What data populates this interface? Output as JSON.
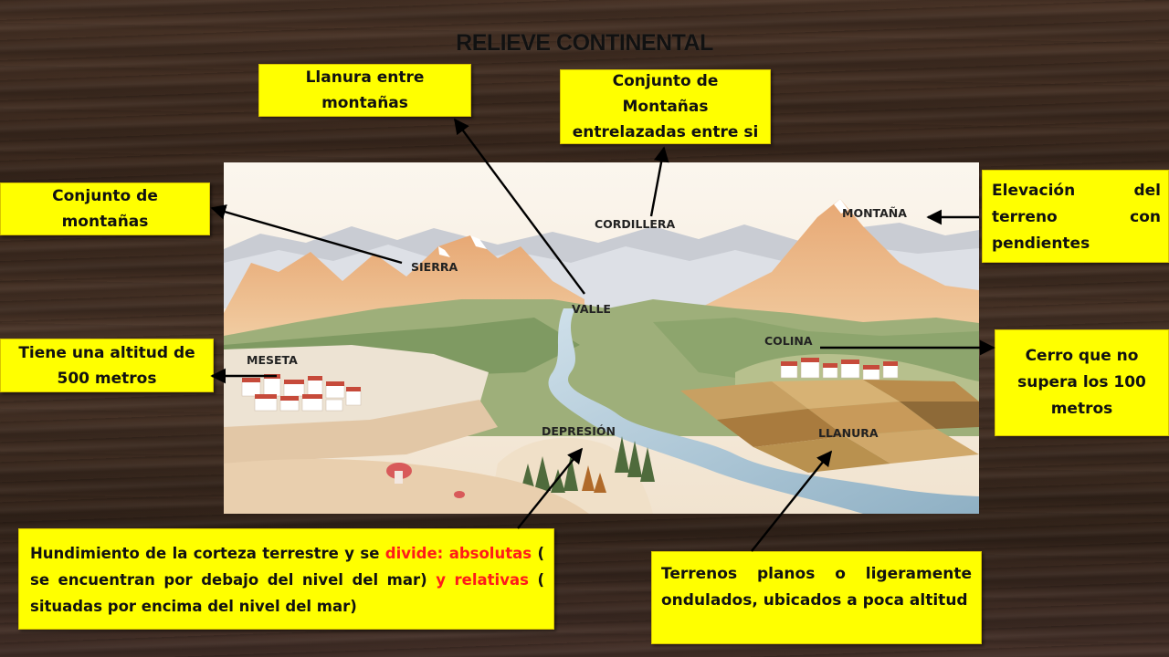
{
  "title": "RELIEVE CONTINENTAL",
  "scene_labels": {
    "cordillera": "CORDILLERA",
    "montana": "MONTAÑA",
    "sierra": "SIERRA",
    "valle": "VALLE",
    "meseta": "MESETA",
    "colina": "COLINA",
    "depresion": "DEPRESIÓN",
    "llanura": "LLANURA"
  },
  "boxes": {
    "valle_def": [
      "Llanura entre",
      "montañas"
    ],
    "cordillera_def": [
      "Conjunto de",
      "Montañas",
      "entrelazadas entre si"
    ],
    "sierra_def": [
      "Conjunto de",
      "montañas"
    ],
    "montana_def": "Elevación del terreno con pendientes",
    "meseta_def": [
      "Tiene una altitud de",
      "500 metros"
    ],
    "colina_def": [
      "Cerro que no",
      "supera los 100",
      "metros"
    ],
    "depresion_def": {
      "part1": "Hundimiento de la corteza terrestre y se",
      "divide": "divide:",
      "absolutas": "absolutas",
      "part2": "( se encuentran por debajo del nivel del mar)",
      "y": "y",
      "relativas": "relativas",
      "part3": "( situadas por encima del nivel del mar)"
    },
    "llanura_def": "Terrenos planos o ligeramente ondulados, ubicados a poca altitud"
  },
  "colors": {
    "box": "#ffff00",
    "highlight": "#ff1a1a",
    "wood": "#3f2c20"
  }
}
